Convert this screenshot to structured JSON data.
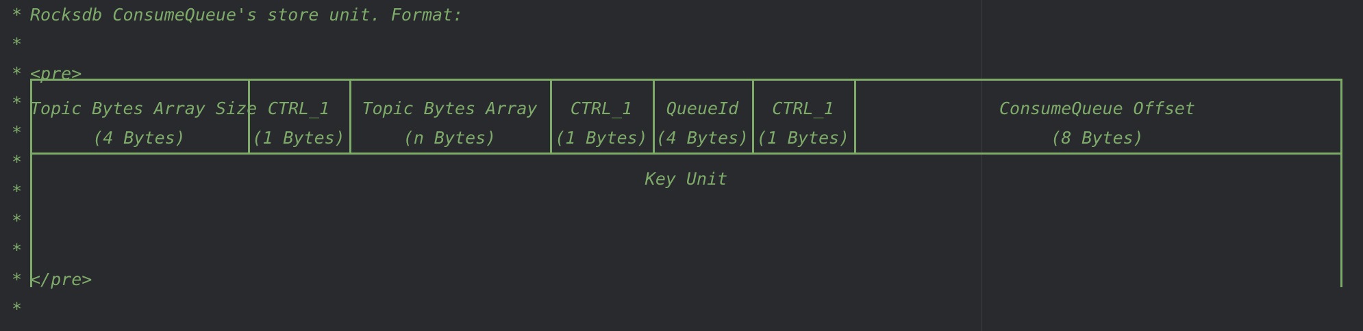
{
  "editor": {
    "background_color": "#282a2e",
    "comment_color": "#7fab6a",
    "border_color": "#7fab6a",
    "guide_color": "#3a3d42",
    "language": "java-javadoc"
  },
  "comment": {
    "bullet": "*",
    "lines": [
      {
        "bullet": "*",
        "text": "Rocksdb ConsumeQueue's store unit. Format:"
      },
      {
        "bullet": "*",
        "text": ""
      },
      {
        "bullet": "*",
        "text": "<pre>"
      },
      {
        "bullet": "*",
        "text": ""
      },
      {
        "bullet": "*",
        "text": ""
      },
      {
        "bullet": "*",
        "text": ""
      },
      {
        "bullet": "*",
        "text": ""
      },
      {
        "bullet": "*",
        "text": ""
      },
      {
        "bullet": "*",
        "text": ""
      },
      {
        "bullet": "*",
        "text": "</pre>"
      },
      {
        "bullet": "*",
        "text": ""
      }
    ],
    "open_tag": "<pre>",
    "close_tag": "</pre>",
    "heading": "Rocksdb ConsumeQueue's store unit. Format:"
  },
  "diagram": {
    "type": "ascii-box-table",
    "row_group_label": "Key Unit",
    "fields": [
      {
        "name": "Topic Bytes Array Size",
        "size": "(4 Bytes)"
      },
      {
        "name": "CTRL_1",
        "size": "(1 Bytes)"
      },
      {
        "name": "Topic Bytes Array",
        "size": "(n Bytes)"
      },
      {
        "name": "CTRL_1",
        "size": "(1 Bytes)"
      },
      {
        "name": "QueueId",
        "size": "(4 Bytes)"
      },
      {
        "name": "CTRL_1",
        "size": "(1 Bytes)"
      },
      {
        "name": "ConsumeQueue Offset",
        "size": "(8 Bytes)"
      }
    ]
  }
}
